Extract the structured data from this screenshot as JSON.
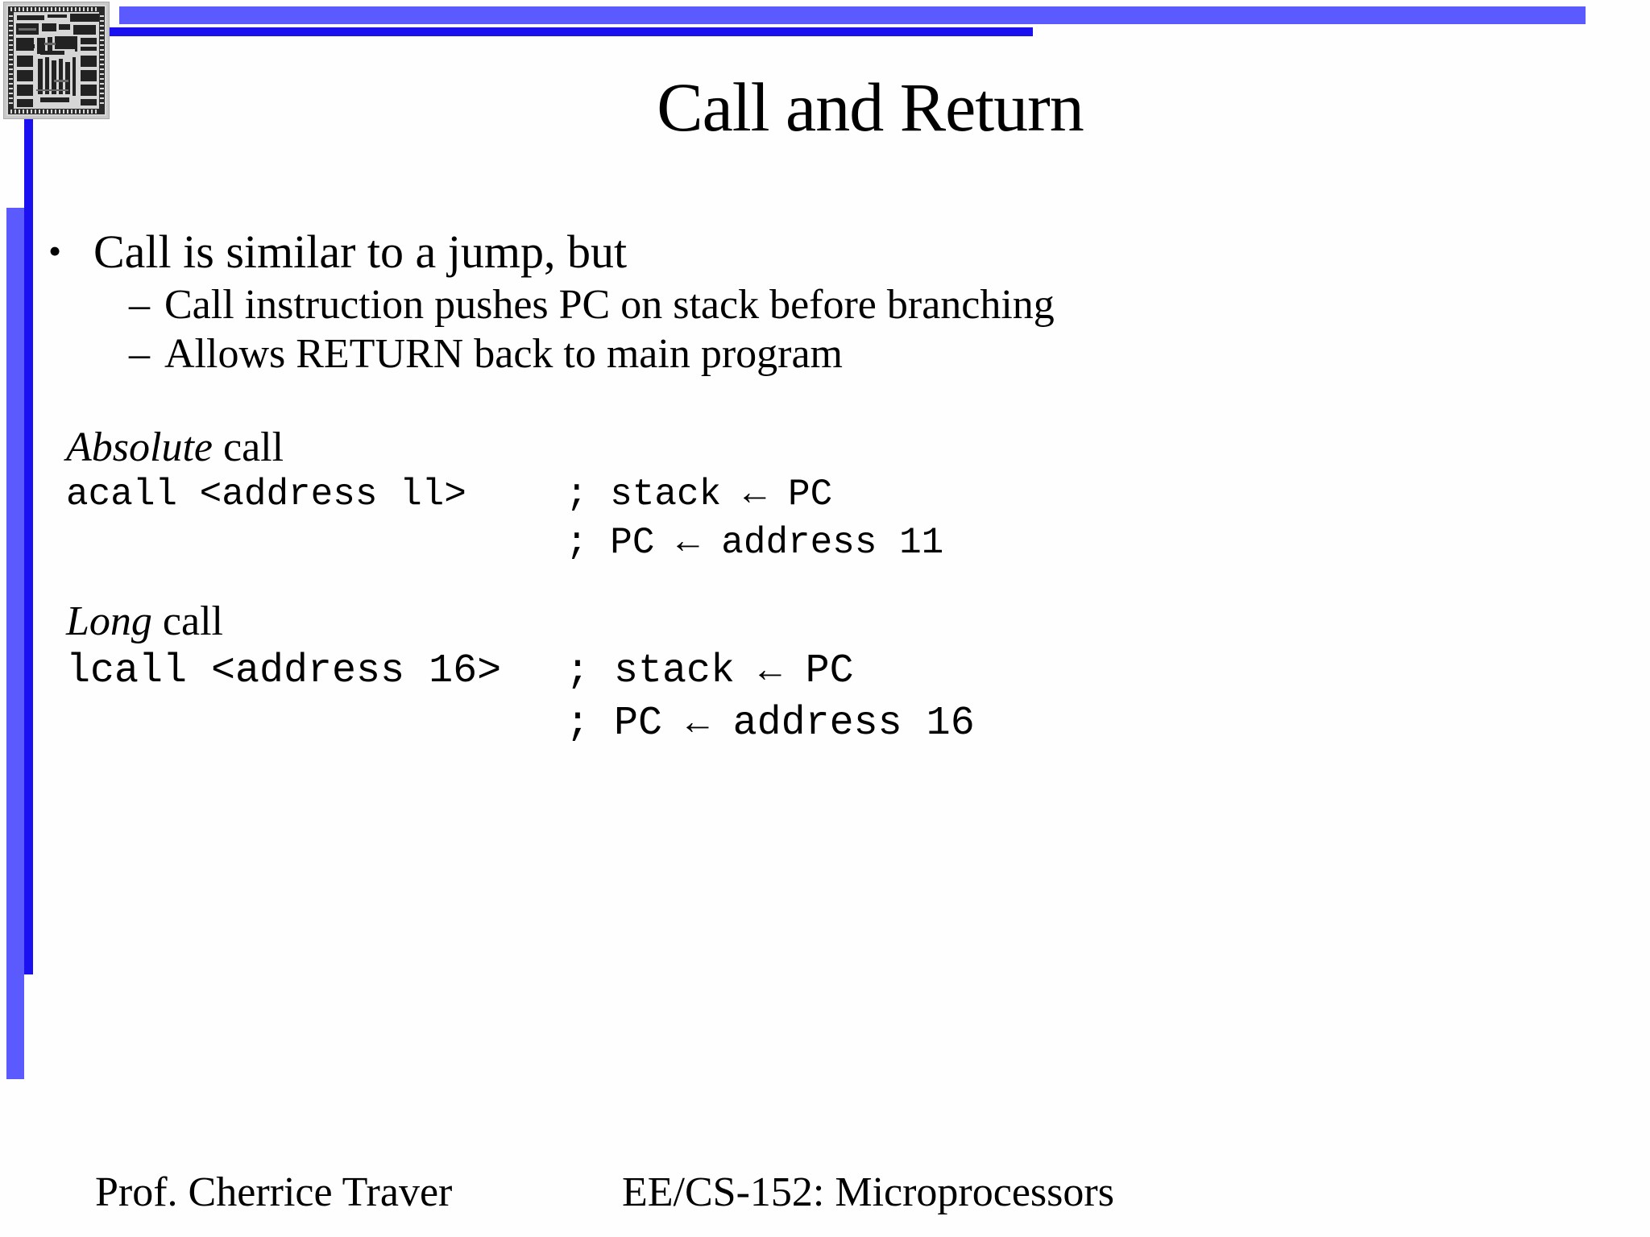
{
  "slide": {
    "title": "Call and Return",
    "bullets": [
      {
        "marker": "•",
        "text": "Call is similar to a jump, but",
        "sub": [
          {
            "marker": "–",
            "text": "Call instruction pushes PC on stack before branching"
          },
          {
            "marker": "–",
            "text": "Allows RETURN back to main program"
          }
        ]
      }
    ],
    "sections": [
      {
        "heading_italic": "Absolute",
        "heading_rest": " call",
        "lines": [
          {
            "op": "acall <address ll>",
            "comment_pre": "; stack ",
            "arrow": "←",
            "comment_post": " PC"
          },
          {
            "op": "",
            "comment_pre": "; PC ",
            "arrow": "←",
            "comment_post": " address 11"
          }
        ]
      },
      {
        "heading_italic": "Long",
        "heading_rest": " call",
        "lines": [
          {
            "op": "lcall <address 16>",
            "comment_pre": "; stack ",
            "arrow": "←",
            "comment_post": " PC"
          },
          {
            "op": "",
            "comment_pre": "; PC ",
            "arrow": "←",
            "comment_post": " address 16"
          }
        ]
      }
    ],
    "footer": {
      "left": "Prof. Cherrice Traver",
      "right": "EE/CS-152: Microprocessors"
    },
    "colors": {
      "band": "#5a5aff",
      "line": "#1a10f0",
      "text": "#000000",
      "background": "#ffffff"
    },
    "decor": {
      "chip_image_alt": "microprocessor-die-photo"
    }
  }
}
